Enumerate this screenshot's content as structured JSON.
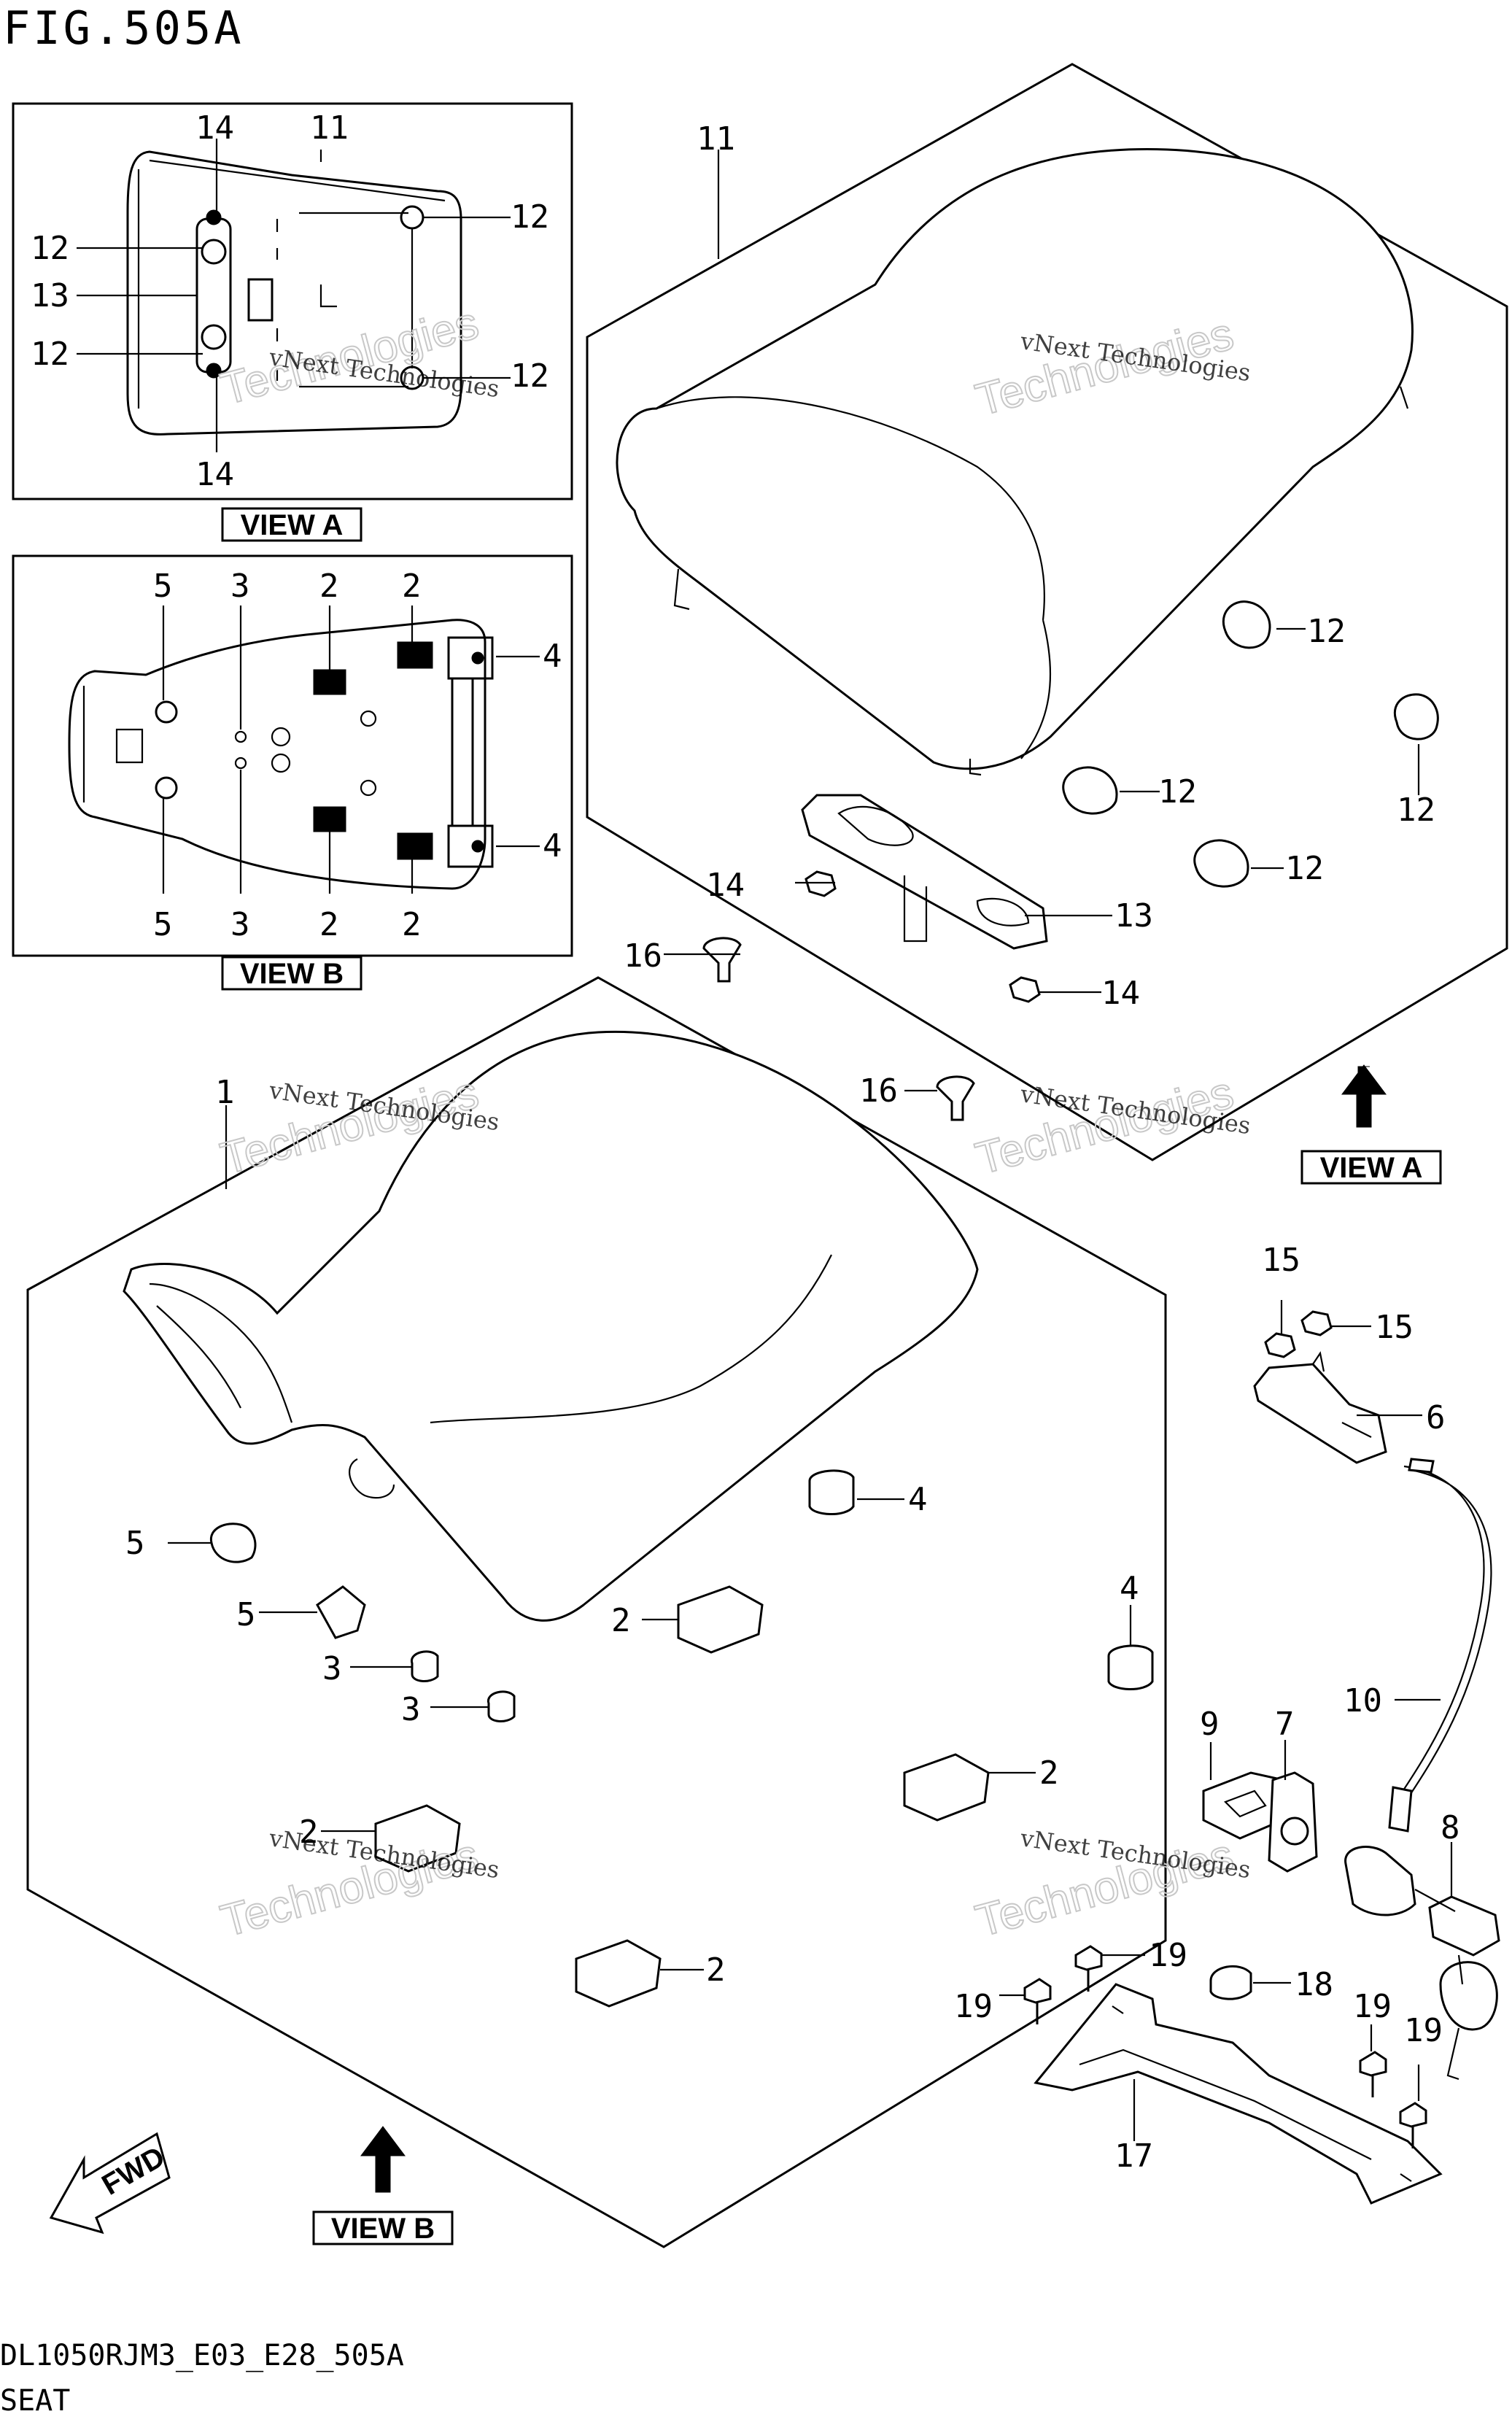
{
  "figure": {
    "title": "FIG.505A",
    "code": "DL1050RJM3_E03_E28_505A",
    "subtitle": "SEAT"
  },
  "watermark": {
    "line1": "vNext Technologies",
    "line2": "Technologies"
  },
  "views": {
    "view_a": "VIEW A",
    "view_b": "VIEW B"
  },
  "fwd_label": "FWD",
  "callouts": {
    "c1": "1",
    "c2": "2",
    "c3": "3",
    "c4": "4",
    "c5": "5",
    "c6": "6",
    "c7": "7",
    "c8": "8",
    "c9": "9",
    "c10": "10",
    "c11": "11",
    "c12": "12",
    "c13": "13",
    "c14": "14",
    "c15": "15",
    "c16": "16",
    "c17": "17",
    "c18": "18",
    "c19": "19"
  }
}
